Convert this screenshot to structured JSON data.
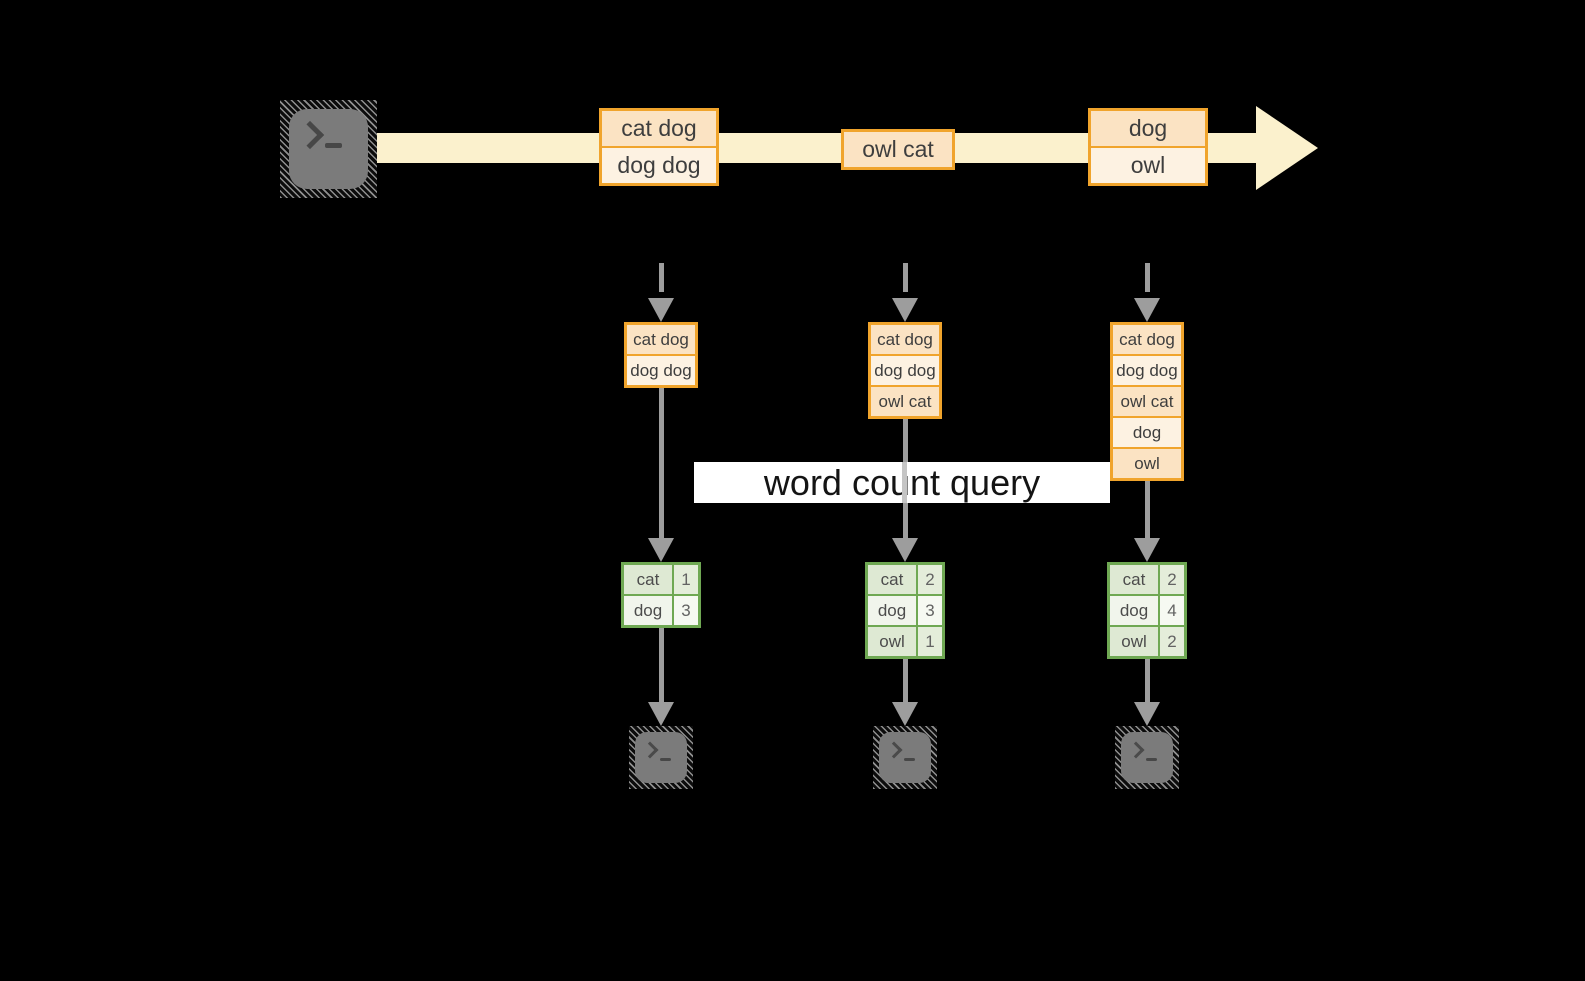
{
  "diagram": {
    "query_label": "word count query",
    "stream": {
      "batches": [
        [
          "cat dog",
          "dog dog"
        ],
        [
          "owl cat"
        ],
        [
          "dog",
          "owl"
        ]
      ]
    },
    "columns": [
      {
        "state_rows": [
          "cat dog",
          "dog dog"
        ],
        "counts": [
          [
            "cat",
            "1"
          ],
          [
            "dog",
            "3"
          ]
        ]
      },
      {
        "state_rows": [
          "cat dog",
          "dog dog",
          "owl cat"
        ],
        "counts": [
          [
            "cat",
            "2"
          ],
          [
            "dog",
            "3"
          ],
          [
            "owl",
            "1"
          ]
        ]
      },
      {
        "state_rows": [
          "cat dog",
          "dog dog",
          "owl cat",
          "dog",
          "owl"
        ],
        "counts": [
          [
            "cat",
            "2"
          ],
          [
            "dog",
            "4"
          ],
          [
            "owl",
            "2"
          ]
        ]
      }
    ],
    "icons": {
      "source": "terminal-prompt-icon",
      "outputs": "terminal-prompt-icon"
    },
    "colors": {
      "background": "#000000",
      "stream_band": "#fbf1cd",
      "orange_border": "#f0a42c",
      "peach_dark": "#fbe3c3",
      "peach_light": "#fdf2e2",
      "green_border": "#6fa853",
      "green_dark": "#dee9d3",
      "green_light": "#f1f5ec",
      "arrow_gray": "#9d9d9d",
      "terminal_gray": "#7b7b7b",
      "query_band_bg": "#ffffff"
    }
  }
}
